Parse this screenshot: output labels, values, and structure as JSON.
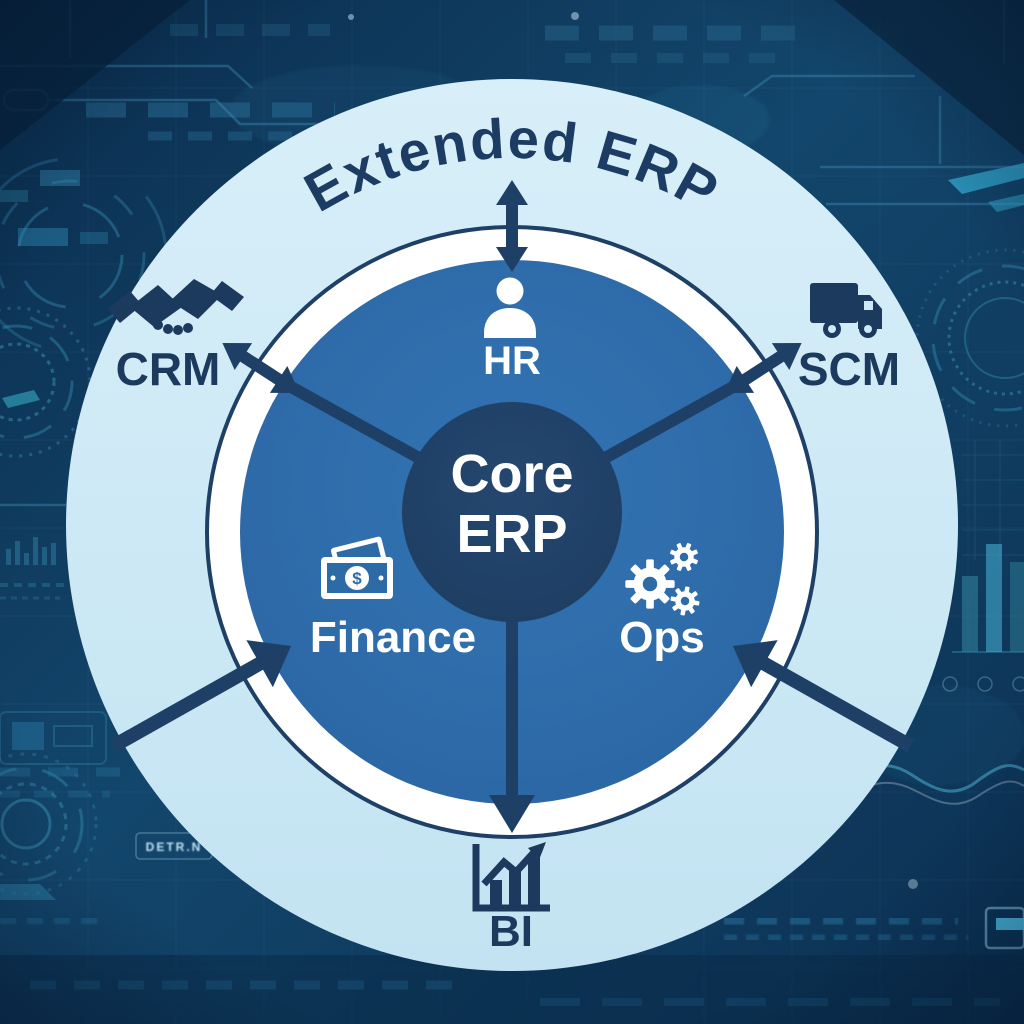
{
  "diagram": {
    "title": "Extended ERP",
    "core": {
      "line1": "Core",
      "line2": "ERP"
    },
    "inner_modules": [
      {
        "id": "hr",
        "label": "HR",
        "icon": "person-icon"
      },
      {
        "id": "finance",
        "label": "Finance",
        "icon": "money-icon",
        "currency_symbol": "$"
      },
      {
        "id": "ops",
        "label": "Ops",
        "icon": "gears-icon"
      }
    ],
    "extended_modules": [
      {
        "id": "crm",
        "label": "CRM",
        "icon": "handshake-icon"
      },
      {
        "id": "scm",
        "label": "SCM",
        "icon": "truck-icon"
      },
      {
        "id": "bi",
        "label": "BI",
        "icon": "bar-chart-icon"
      }
    ],
    "connectors": [
      {
        "name": "top-ring-arrow",
        "type": "double-headed",
        "connects": [
          "Core ERP",
          "Extended ERP"
        ]
      },
      {
        "name": "crm-ring-arrow",
        "type": "double-headed",
        "connects": [
          "Core ERP",
          "CRM"
        ]
      },
      {
        "name": "scm-ring-arrow",
        "type": "double-headed",
        "connects": [
          "Core ERP",
          "SCM"
        ]
      },
      {
        "name": "bi-arrow",
        "type": "single-headed-outward",
        "connects": [
          "Core ERP",
          "BI"
        ]
      },
      {
        "name": "lower-left-arrow",
        "type": "single-headed-inward",
        "connects": [
          "outer edge",
          "core ring"
        ]
      },
      {
        "name": "lower-right-arrow",
        "type": "single-headed-inward",
        "connects": [
          "outer edge",
          "core ring"
        ]
      }
    ],
    "background": {
      "style": "dark tech HUD",
      "glitch_label": "DETR.N"
    },
    "colors": {
      "background_navy": "#0e3355",
      "outer_circle_light_blue": "#cfe9f6",
      "ring_white": "#ffffff",
      "inner_circle_blue": "#2d6ba6",
      "core_circle_navy": "#1e4066",
      "dark_text_navy": "#1c3a5e",
      "accent_teal": "#3a93b8",
      "white": "#ffffff"
    }
  }
}
